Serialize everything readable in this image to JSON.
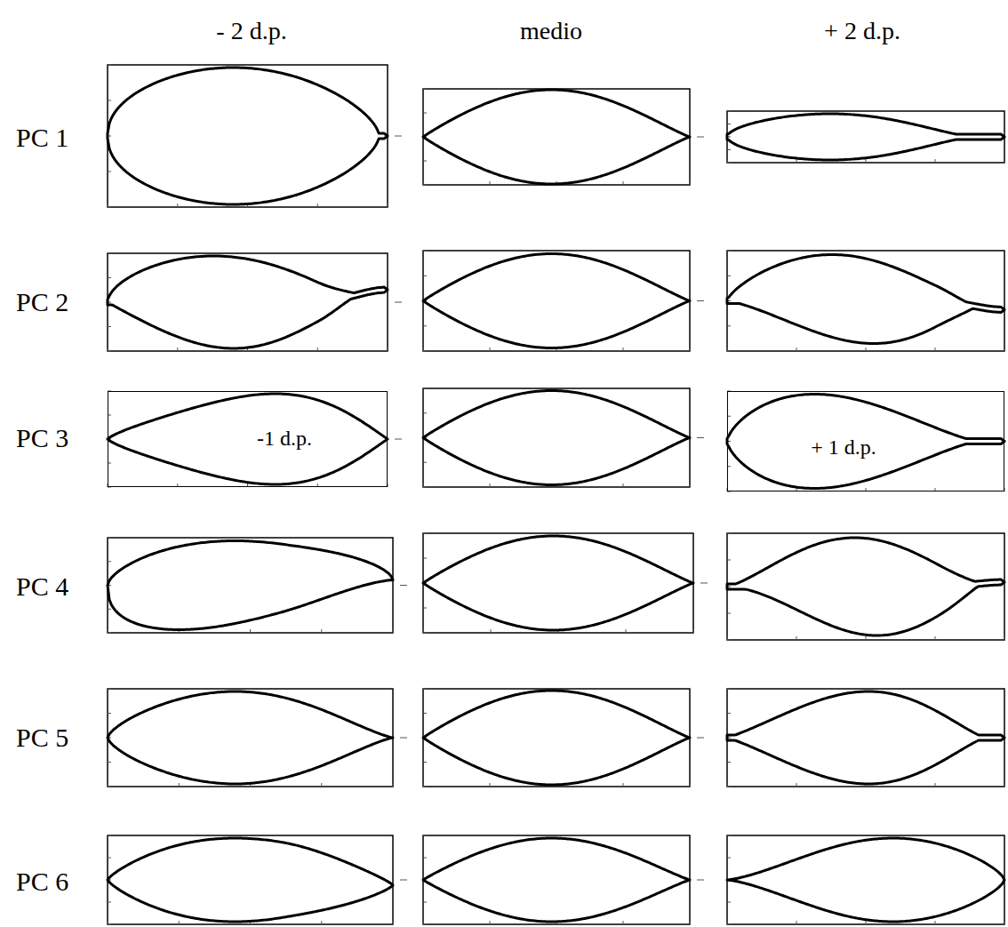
{
  "diagram": {
    "nodes": [
      {
        "text": [
          "-1 d.p."
        ]
      },
      {
        "text": [
          "+ 1 d.p."
        ]
      }
    ],
    "labels": [
      "- 2 d.p.",
      "medio",
      "+ 2 d.p.",
      "PC 1",
      "PC 2",
      "PC 3",
      "PC 4",
      "PC 5",
      "PC 6"
    ]
  }
}
